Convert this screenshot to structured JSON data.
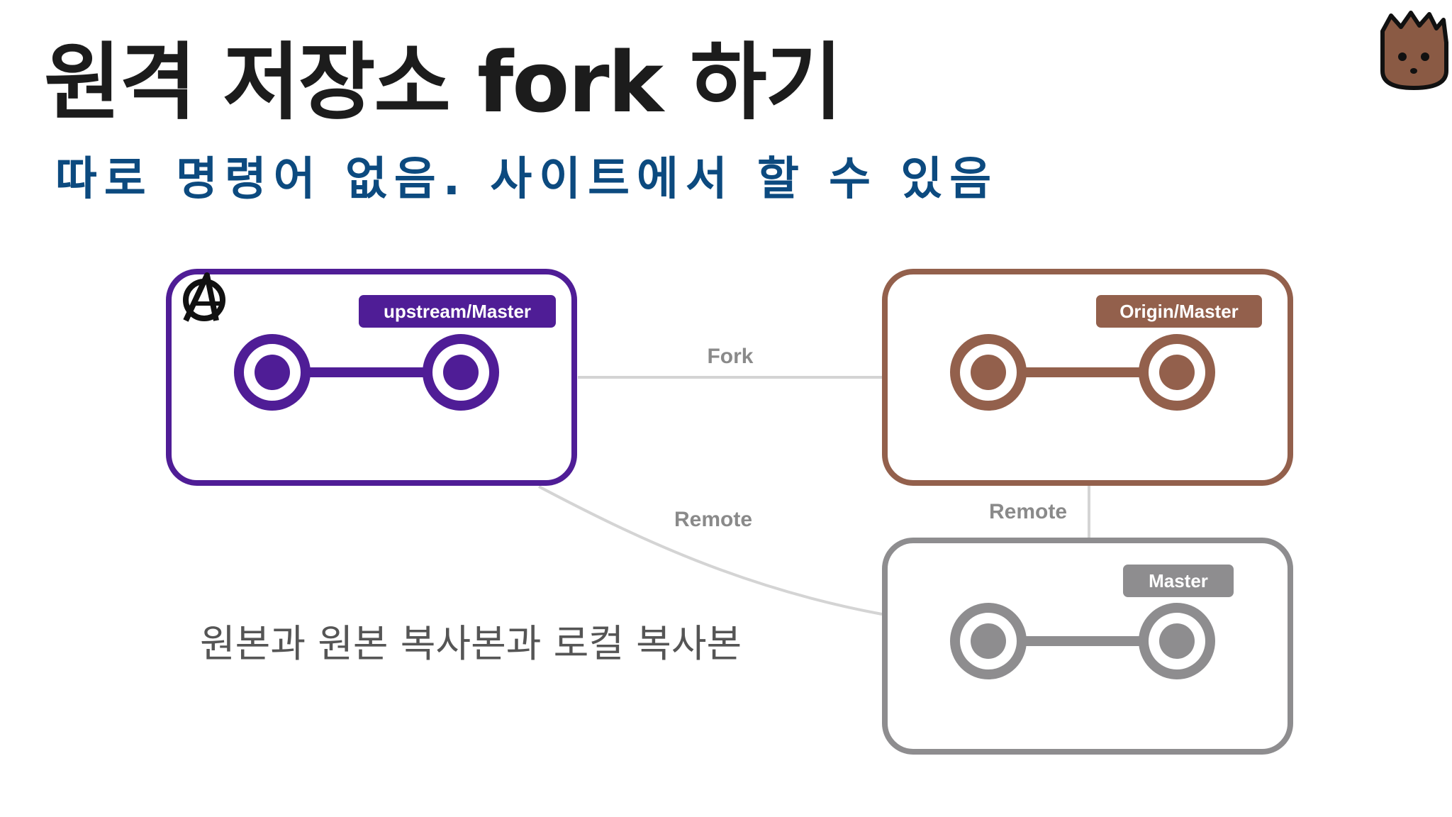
{
  "slide": {
    "title": "원격 저장소 fork 하기",
    "subtitle": "따로 명령어 없음. 사이트에서 할 수 있음",
    "caption": "원본과 원본 복사본과 로컬 복사본"
  },
  "repos": [
    {
      "key": "upstream",
      "tag": "upstream/Master",
      "color": "#4f1d96"
    },
    {
      "key": "origin",
      "tag": "Origin/Master",
      "color": "#93604c"
    },
    {
      "key": "local",
      "tag": "Master",
      "color": "#8e8d8f"
    }
  ],
  "edges": {
    "fork": "Fork",
    "remote_left": "Remote",
    "remote_right": "Remote"
  },
  "icons": {
    "upstream_logo": "avengers-logo-icon",
    "mascot": "groot-mascot-icon"
  }
}
